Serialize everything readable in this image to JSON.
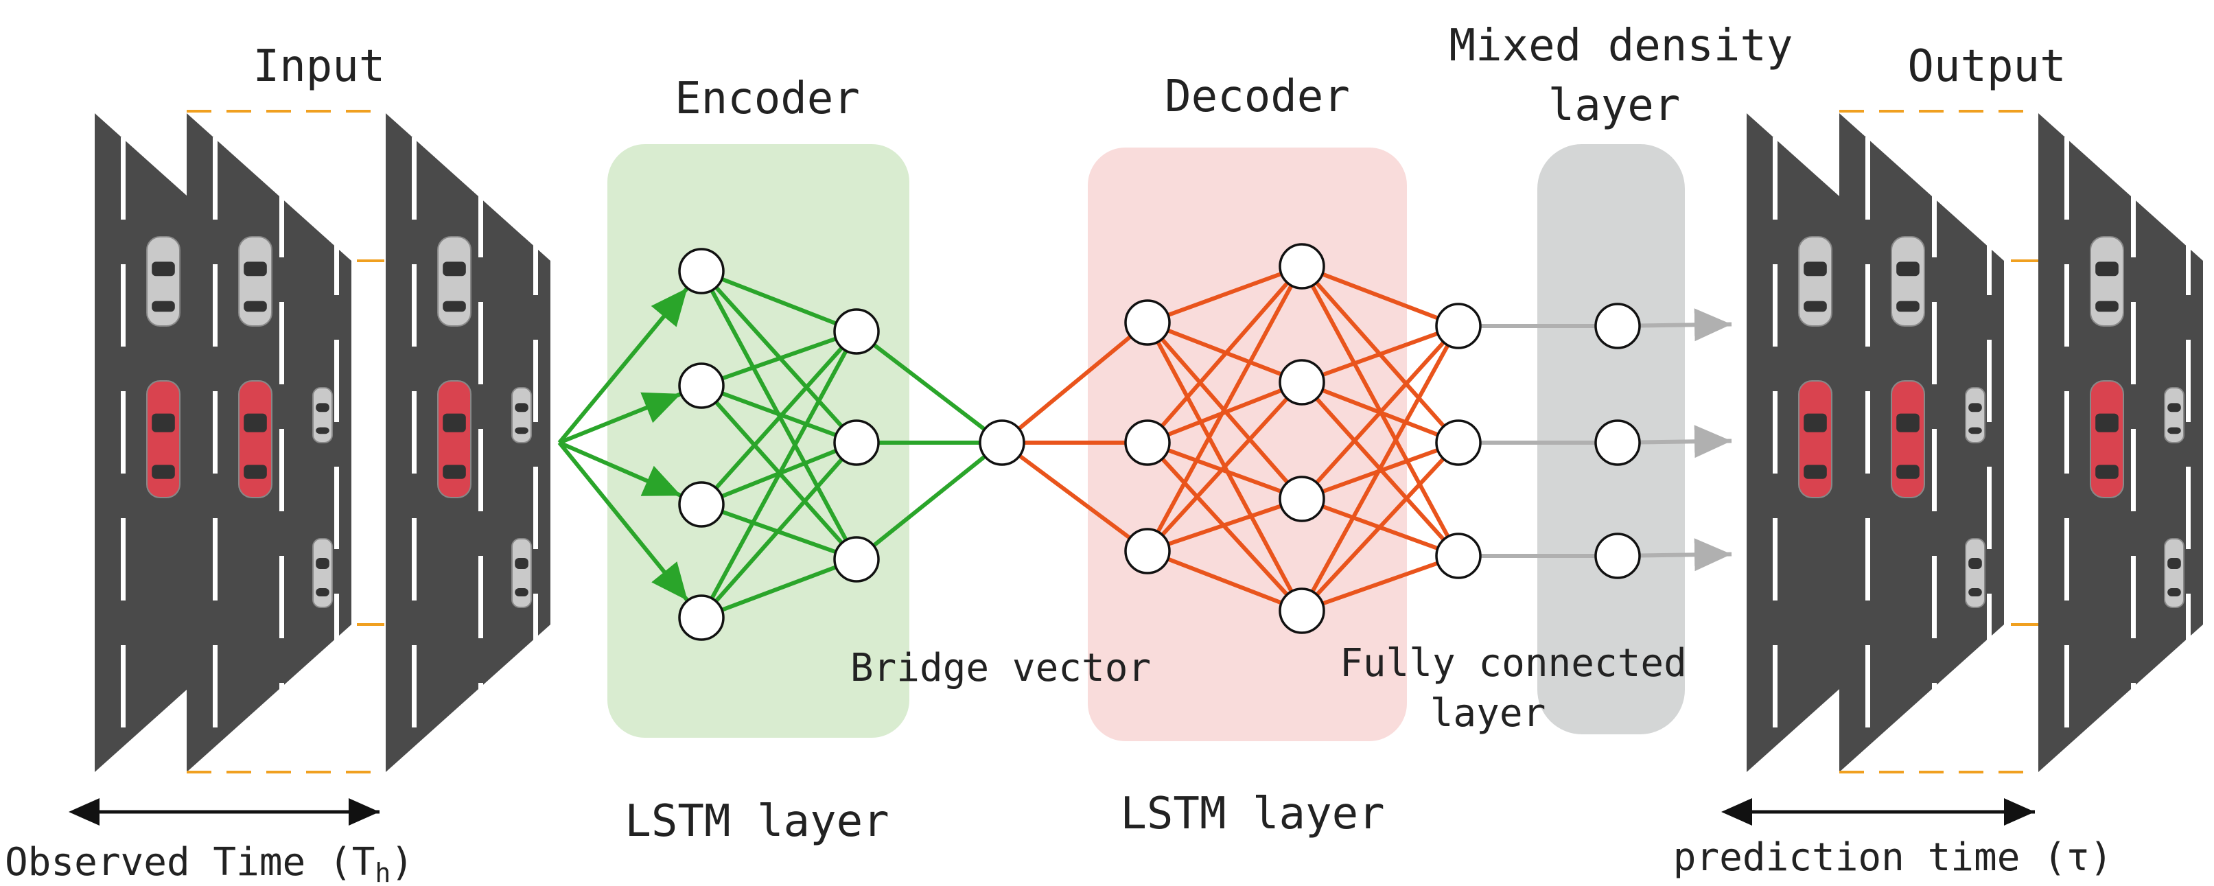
{
  "labels": {
    "input": "Input",
    "output": "Output",
    "encoder": "Encoder",
    "decoder": "Decoder",
    "mixed_density_line1": "Mixed density",
    "mixed_density_line2": "layer",
    "encoder_lstm": "LSTM layer",
    "decoder_lstm": "LSTM layer",
    "bridge_vector": "Bridge vector",
    "fully_connected_line1": "Fully connected",
    "fully_connected_line2": "layer",
    "observed_time": "Observed Time (T",
    "observed_time_sub": "h",
    "observed_time_close": ")",
    "prediction_time": "prediction time (τ)"
  },
  "colors": {
    "encoder_box": "#d9ecd0",
    "decoder_box": "#f9dcdb",
    "mixed_box": "#d4d6d6",
    "encoder_edges": "#2aa52a",
    "decoder_edges": "#e9541c",
    "output_edges": "#b0b0b0",
    "road": "#4a4a4a",
    "ego_car": "#d9434f",
    "other_car": "#c9c9c9",
    "frame_dash": "#f0a020",
    "time_arrow": "#111111"
  },
  "network": {
    "encoder_layers": [
      4,
      3
    ],
    "bridge_nodes": 1,
    "decoder_layers": [
      3,
      4,
      3
    ],
    "mixed_density_nodes": 3,
    "output_frames": 3
  },
  "icons": {
    "input_frames": "road-scene-frame",
    "output_frames": "road-scene-frame",
    "neuron": "circle-node"
  }
}
